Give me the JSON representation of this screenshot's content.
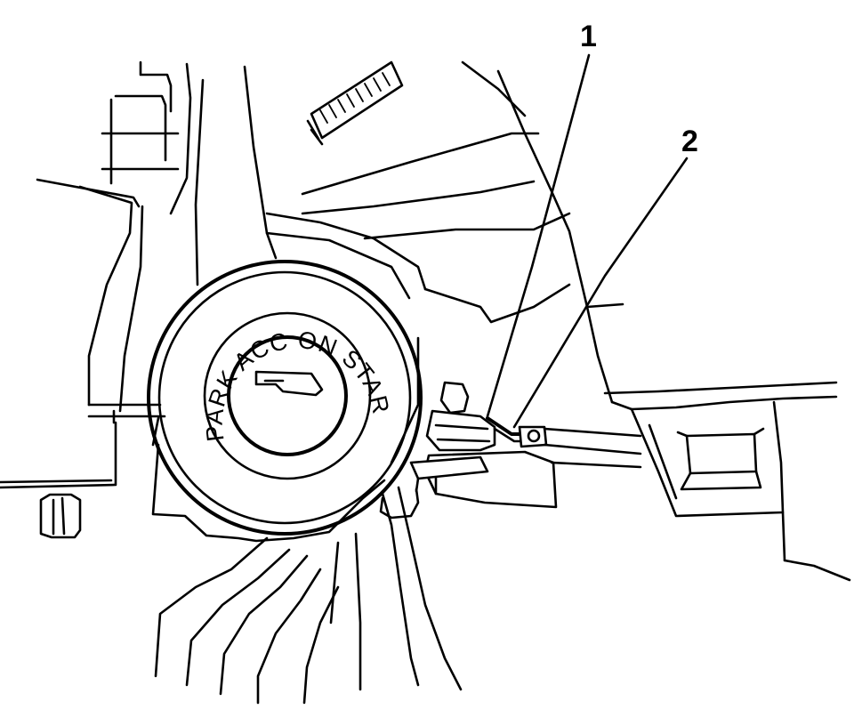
{
  "diagram": {
    "callouts": [
      {
        "id": "1",
        "label": "1"
      },
      {
        "id": "2",
        "label": "2"
      }
    ],
    "ignition_positions": {
      "arc_text": "PARK ACC ON START"
    }
  }
}
